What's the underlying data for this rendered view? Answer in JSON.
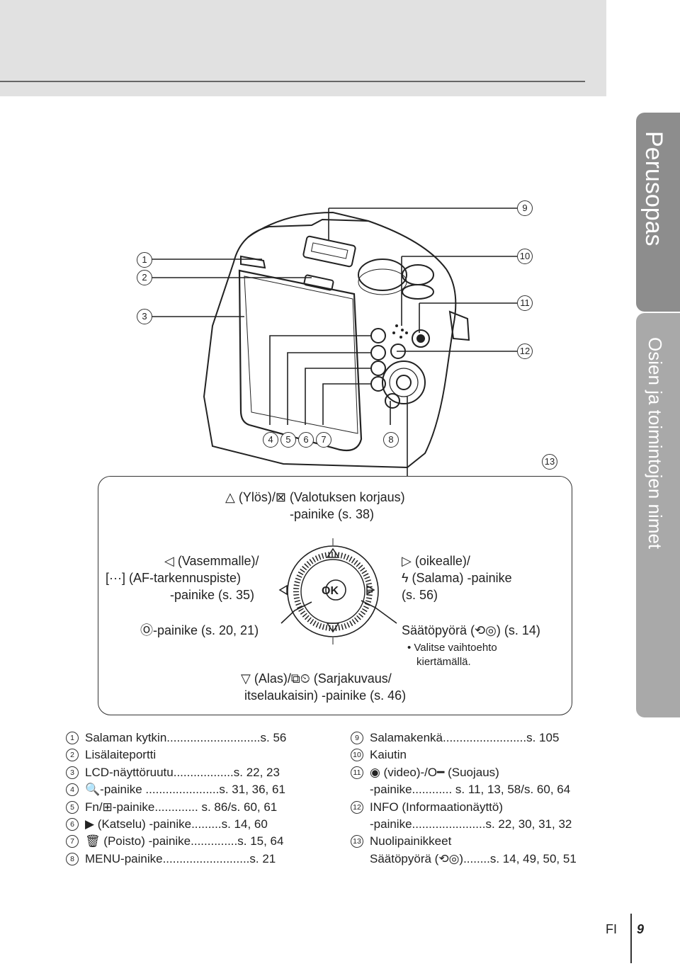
{
  "side_tabs": {
    "tab1": "Perusopas",
    "tab2": "Osien ja toimintojen nimet"
  },
  "callouts": [
    "1",
    "2",
    "3",
    "4",
    "5",
    "6",
    "7",
    "8",
    "9",
    "10",
    "11",
    "12",
    "13"
  ],
  "panel": {
    "up_line1": "△ (Ylös)/⊠ (Valotuksen korjaus)",
    "up_line2": "-painike (s. 38)",
    "left_line1": "◁ (Vasemmalle)/",
    "left_line2": "[···] (AF-tarkennuspiste)",
    "left_line3": "-painike (s. 35)",
    "right_line1": "▷ (oikealle)/",
    "right_line2": "ϟ (Salama) -painike",
    "right_line3": "(s. 56)",
    "ok_line": "Ⓞ-painike (s. 20, 21)",
    "dial_line1": "Säätöpyörä (⟲◎) (s. 14)",
    "dial_line2": "• Valitse vaihtoehto",
    "dial_line3": "kiertämällä.",
    "down_line1": "▽ (Alas)/⧉⏲ (Sarjakuvaus/",
    "down_line2": "itselaukaisin) -painike (s. 46)",
    "dial_ok": "OK"
  },
  "left_list": [
    {
      "n": "1",
      "text": "Salaman kytkin............................s. 56"
    },
    {
      "n": "2",
      "text": "Lisälaiteportti"
    },
    {
      "n": "3",
      "text": "LCD-näyttöruutu..................s. 22, 23"
    },
    {
      "n": "4",
      "text": "🔍-painike ......................s. 31, 36, 61"
    },
    {
      "n": "5",
      "text": "Fn/⊞-painike............. s. 86/s. 60, 61"
    },
    {
      "n": "6",
      "text": "▶ (Katselu) -painike.........s. 14, 60"
    },
    {
      "n": "7",
      "text": "🗑 (Poisto) -painike..............s. 15, 64"
    },
    {
      "n": "8",
      "text": "MENU-painike..........................s. 21"
    }
  ],
  "right_list": [
    {
      "n": "9",
      "text": "Salamakenkä.........................s. 105"
    },
    {
      "n": "10",
      "text": "Kaiutin"
    },
    {
      "n": "11",
      "text": "◉ (video)-/O━ (Suojaus)"
    },
    {
      "n": "",
      "text": "-painike............ s. 11, 13, 58/s. 60, 64"
    },
    {
      "n": "12",
      "text": "INFO (Informaationäyttö)"
    },
    {
      "n": "",
      "text": "-painike......................s. 22, 30, 31, 32"
    },
    {
      "n": "13",
      "text": "Nuolipainikkeet"
    },
    {
      "n": "",
      "text": "Säätöpyörä (⟲◎)........s. 14, 49, 50, 51"
    }
  ],
  "footer": {
    "lang": "FI",
    "page": "9"
  }
}
